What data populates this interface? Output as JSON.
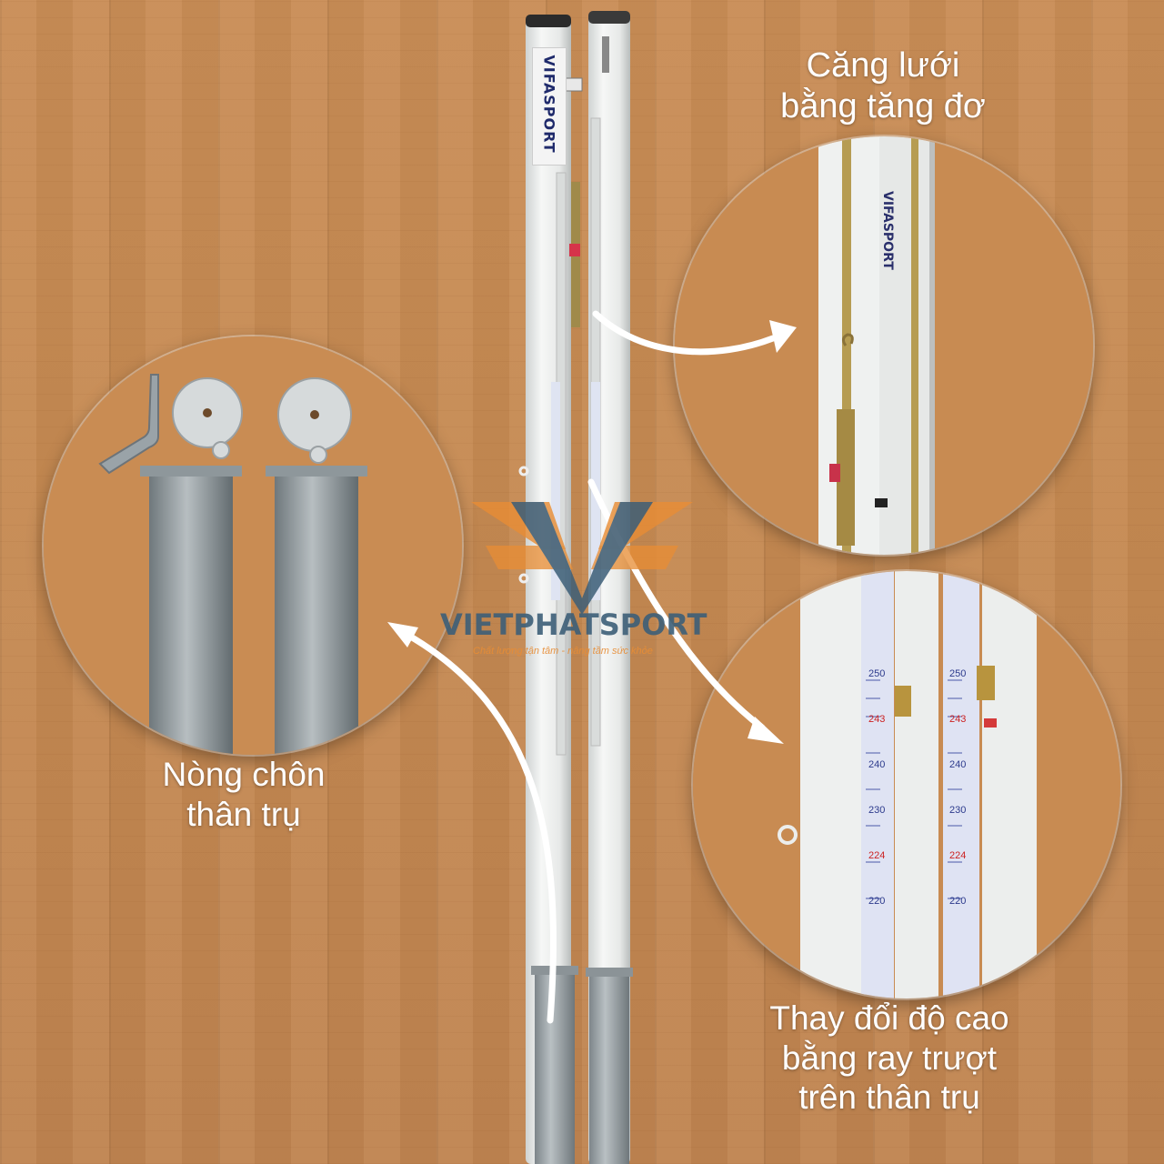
{
  "captions": {
    "top_right": [
      "Căng lưới",
      "bằng tăng đơ"
    ],
    "left": [
      "Nòng chôn",
      "thân trụ"
    ],
    "bottom_right": [
      "Thay đổi độ cao",
      "bằng ray trượt",
      "trên thân trụ"
    ]
  },
  "pole_label": "VIFASPORT",
  "watermark": {
    "brand": "VIETPHATSPORT",
    "slogan": "Chất lượng tận tâm - nâng tầm sức khỏe"
  },
  "scale_labels": {
    "left_column": [
      "250",
      "243",
      "240",
      "230",
      "224",
      "220"
    ],
    "right_column": [
      "250",
      "243",
      "240",
      "230",
      "224",
      "220"
    ]
  },
  "colors": {
    "wood": "#c68a52",
    "pole": "#eef0ee",
    "sleeve": "#9aa2a6",
    "brand_blue": "#3d5f78",
    "brand_orange": "#e88d35",
    "caption": "#ffffff"
  }
}
